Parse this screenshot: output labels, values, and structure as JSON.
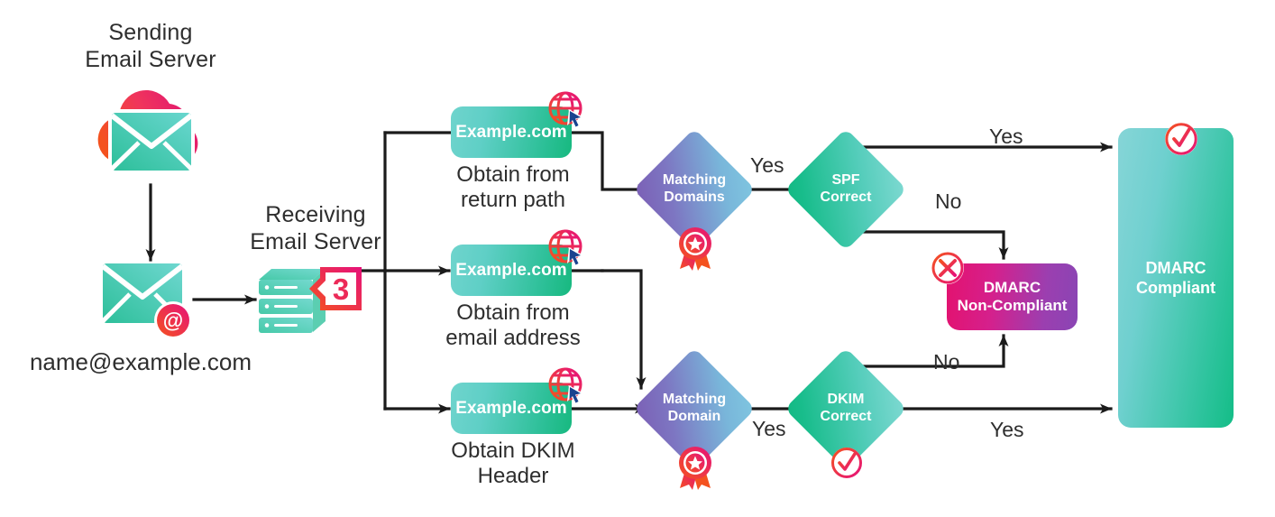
{
  "diagram": {
    "title": "DMARC email authentication flow",
    "colors": {
      "teal": "#2bbf96",
      "teal_light": "#7fd9d2",
      "purple": "#7b5fb5",
      "blue_light": "#7fc6e0",
      "pink": "#e3126f",
      "orange": "#f4521f",
      "line": "#1b1b1b"
    }
  },
  "source": {
    "sending_label": "Sending\nEmail Server",
    "cloud_mail_icon": "cloud-envelope-icon",
    "email_address": "name@example.com",
    "mail_icon": "envelope-at-icon",
    "receiving_label": "Receiving\nEmail Server",
    "server_icon": "server-stack-icon",
    "server_badge": "3"
  },
  "branches": [
    {
      "box_label": "Example.com",
      "icon": "globe-cursor-icon",
      "caption": "Obtain from\nreturn path"
    },
    {
      "box_label": "Example.com",
      "icon": "globe-cursor-icon",
      "caption": "Obtain from\nemail address"
    },
    {
      "box_label": "Example.com",
      "icon": "globe-cursor-icon",
      "caption": "Obtain DKIM\nHeader"
    }
  ],
  "decisions": [
    {
      "id": "matching-domains",
      "line1": "Matching",
      "line2": "Domains",
      "badge_icon": "award-ribbon-icon"
    },
    {
      "id": "spf-correct",
      "line1": "SPF",
      "line2": "Correct",
      "badge_icon": "none"
    },
    {
      "id": "matching-domain",
      "line1": "Matching",
      "line2": "Domain",
      "badge_icon": "award-ribbon-icon"
    },
    {
      "id": "dkim-correct",
      "line1": "DKIM",
      "line2": "Correct",
      "badge_icon": "check-circle-icon"
    }
  ],
  "edge_labels": {
    "spf_in_yes": "Yes",
    "spf_out_yes": "Yes",
    "spf_out_no": "No",
    "dkim_in_yes": "Yes",
    "dkim_out_no": "No",
    "dkim_out_yes": "Yes"
  },
  "results": {
    "non_compliant": {
      "line1": "DMARC",
      "line2": "Non-Compliant",
      "icon": "x-circle-icon"
    },
    "compliant": {
      "line1": "DMARC",
      "line2": "Compliant",
      "icon": "check-circle-icon"
    }
  }
}
